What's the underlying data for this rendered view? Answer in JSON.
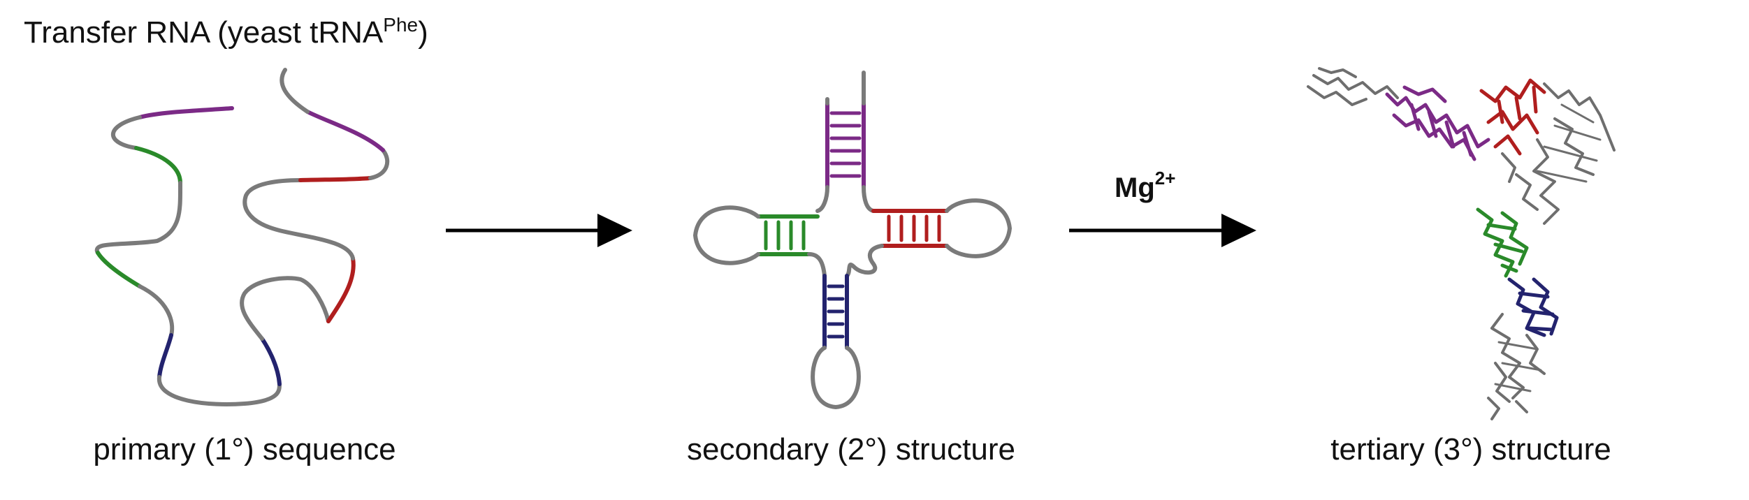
{
  "title": {
    "text": "Transfer RNA (yeast tRNA",
    "superscript": "Phe",
    "suffix": ")"
  },
  "mg_label": {
    "text": "Mg",
    "superscript": "2+"
  },
  "captions": {
    "primary": "primary (1°) sequence",
    "secondary": "secondary (2°) structure",
    "tertiary": "tertiary (3°) structure"
  },
  "colors": {
    "backbone": "#7a7a7a",
    "acceptor_stem": "#7b2a86",
    "d_arm": "#2a8a2a",
    "anticodon_arm": "#23236e",
    "t_arm": "#b01e1e",
    "arrow": "#000000"
  }
}
